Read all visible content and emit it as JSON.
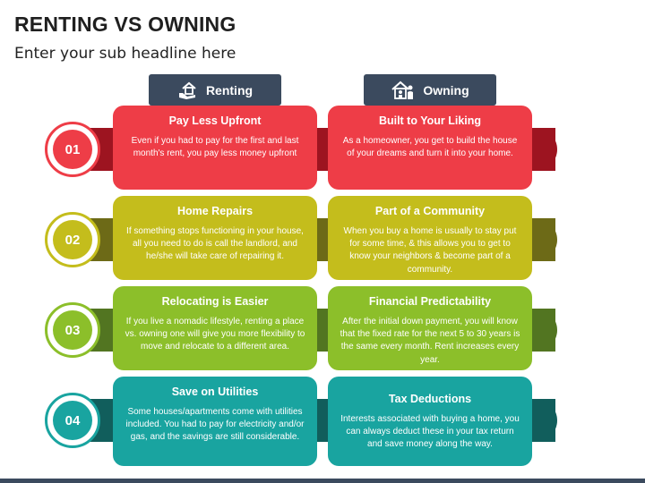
{
  "title": "RENTING VS OWNING",
  "subtitle": "Enter your sub headline here",
  "headers": {
    "renting": {
      "label": "Renting",
      "icon": "hand-house-icon"
    },
    "owning": {
      "label": "Owning",
      "icon": "family-house-icon"
    }
  },
  "colors": {
    "header": "#3b4a5e",
    "red": "#ee3d47",
    "red_dark": "#9d1420",
    "olive": "#c4bd1c",
    "olive_dark": "#6d6a17",
    "green": "#8cbf2a",
    "green_dark": "#527521",
    "teal": "#19a4a0",
    "teal_dark": "#115e5c"
  },
  "rows": [
    {
      "number": "01",
      "renting": {
        "title": "Pay Less Upfront",
        "body": "Even if you had to pay for the first and last month's rent, you pay less money upfront"
      },
      "owning": {
        "title": "Built to Your Liking",
        "body": "As a homeowner, you get to build the house of your dreams and turn it into your home."
      }
    },
    {
      "number": "02",
      "renting": {
        "title": "Home Repairs",
        "body": "If something stops functioning in your house, all you need to do is call the landlord, and he/she will take care of repairing it."
      },
      "owning": {
        "title": "Part of a Community",
        "body": "When you buy a home is usually to stay put for some time, & this allows you to get to know your neighbors & become part of a community."
      }
    },
    {
      "number": "03",
      "renting": {
        "title": "Relocating is Easier",
        "body": "If you live a nomadic lifestyle, renting a place vs. owning one will give you more flexibility to move and relocate to a different area."
      },
      "owning": {
        "title": "Financial Predictability",
        "body": "After the initial down payment, you will know that the fixed rate for the next 5 to 30 years is the same every month. Rent increases every year."
      }
    },
    {
      "number": "04",
      "renting": {
        "title": "Save on Utilities",
        "body": "Some houses/apartments come with utilities included. You had to pay for electricity and/or gas, and the savings are still considerable."
      },
      "owning": {
        "title": "Tax Deductions",
        "body": "Interests associated with buying a home, you can always deduct these in your tax return and save money along the way."
      }
    }
  ]
}
